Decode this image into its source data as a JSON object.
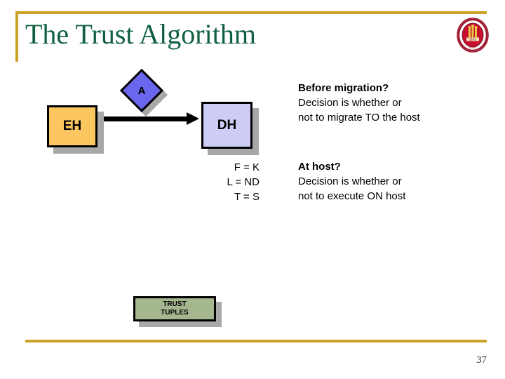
{
  "slide": {
    "title": "The Trust Algorithm",
    "page_number": "37",
    "accent_gold": "#c9a227",
    "title_green": "#106040"
  },
  "logo": {
    "name": "university-seal",
    "ring_color": "#9e1b32",
    "inner_color": "#c8102e",
    "emblem_color": "#e8c547",
    "year": "1851"
  },
  "diagram": {
    "nodes": [
      {
        "id": "eh",
        "label": "EH",
        "shape": "rectangle",
        "fill": "#fcc760",
        "stroke": "#000000"
      },
      {
        "id": "a",
        "label": "A",
        "shape": "diamond",
        "fill": "#6a66ee",
        "stroke": "#000000"
      },
      {
        "id": "dh",
        "label": "DH",
        "shape": "rectangle",
        "fill": "#ccccf5",
        "stroke": "#000000"
      },
      {
        "id": "trust-tuples",
        "label_line1": "TRUST",
        "label_line2": "TUPLES",
        "shape": "rectangle",
        "fill": "#a5b78f",
        "stroke": "#000000"
      }
    ],
    "edge": {
      "from": "eh",
      "to": "dh",
      "style": "solid-arrow",
      "color": "#000000"
    },
    "shadow_color": "#a8a8a8"
  },
  "tuples": {
    "lines": [
      "F = K",
      "L = ND",
      "T = S"
    ]
  },
  "annotations": [
    {
      "id": "before-migration",
      "heading": "Before migration?",
      "line1": "Decision is whether or",
      "line2": "not to migrate TO the host"
    },
    {
      "id": "at-host",
      "heading": "At host?",
      "line1": "Decision is whether or",
      "line2": "not to execute ON host"
    }
  ]
}
